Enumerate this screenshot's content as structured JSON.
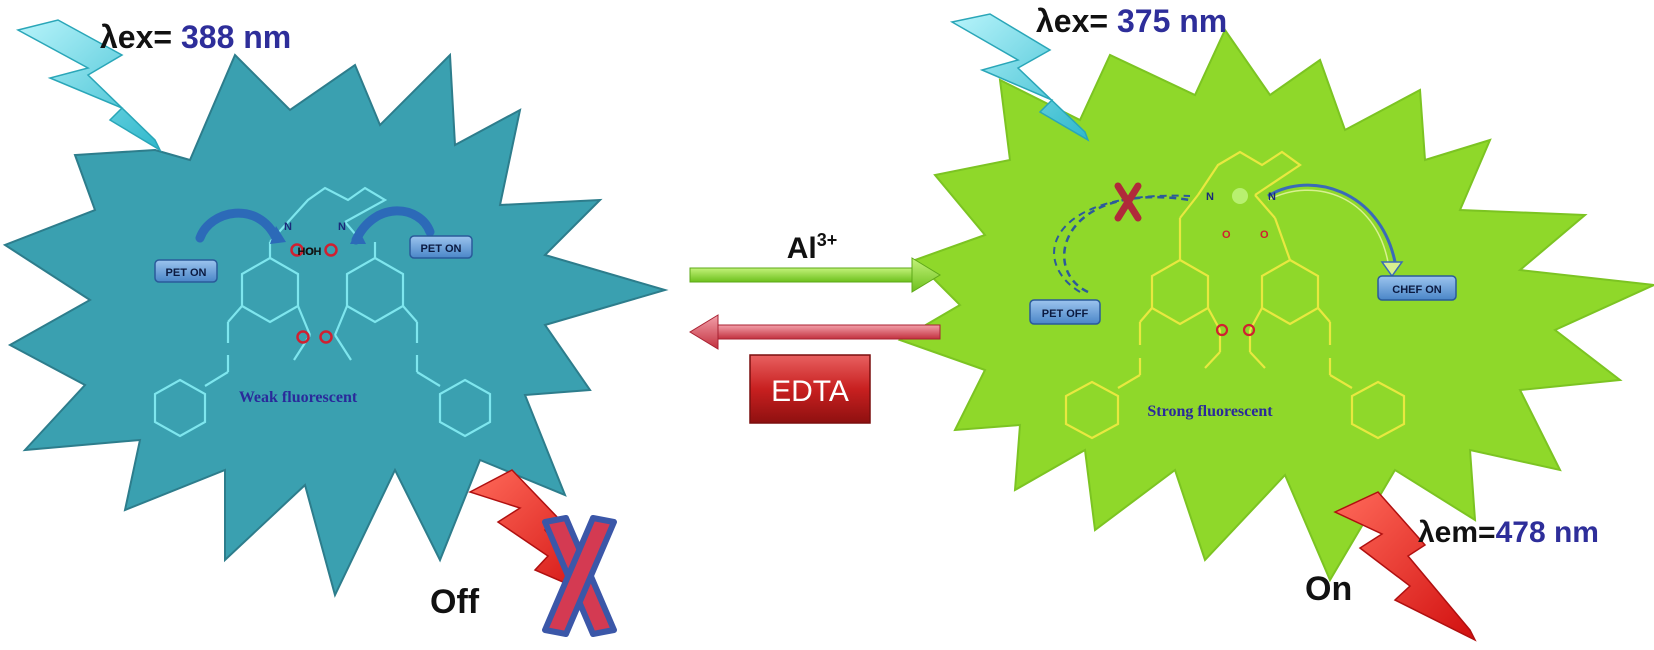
{
  "left_panel": {
    "excitation_prefix": "λex= ",
    "excitation_value": "388 nm",
    "pet_left_label": "PET ON",
    "pet_right_label": "PET ON",
    "hydroxyl_left": "OH",
    "hydroxyl_right": "HO",
    "nitrogen_left": "N",
    "nitrogen_right": "N",
    "caption": "Weak fluorescent",
    "state_label": "Off",
    "burst_color": "#3aa0b0"
  },
  "right_panel": {
    "excitation_prefix": "λex= ",
    "excitation_value": "375 nm",
    "pet_label": "PET OFF",
    "chef_label": "CHEF ON",
    "nitrogen_left": "N",
    "nitrogen_right": "N",
    "oxygen_left": "O",
    "oxygen_right": "O",
    "caption": "Strong fluorescent",
    "emission_prefix": "λem=",
    "emission_value": "478 nm",
    "state_label": "On",
    "burst_color": "#8fd82a"
  },
  "center": {
    "forward_reagent_base": "Al",
    "forward_reagent_charge": "3+",
    "reverse_reagent": "EDTA"
  },
  "colors": {
    "value_text": "#2e2e9a",
    "lightning_cyan": "#57d7e6",
    "lightning_red": "#ee2222",
    "forward_arrow": "#84d828",
    "reverse_arrow": "#d94455",
    "edta_box": "#c82424",
    "label_box": "#5b9bd5"
  }
}
